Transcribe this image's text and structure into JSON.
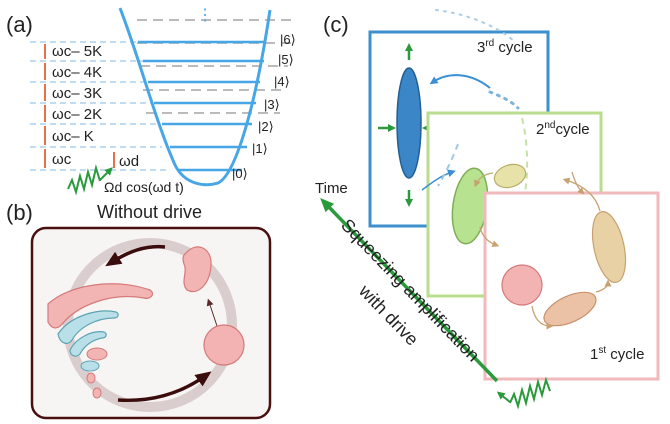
{
  "panel_a": {
    "label": "(a)",
    "levels": [
      "|0⟩",
      "|1⟩",
      "|2⟩",
      "|3⟩",
      "|4⟩",
      "|5⟩",
      "|6⟩"
    ],
    "spacings": [
      "ωc",
      "ωc– K",
      "ωc– 2K",
      "ωc– 3K",
      "ωc– 4K",
      "ωc– 5K"
    ],
    "drive_freq": "ωd",
    "drive_term": "Ωd cos(ωd t)",
    "dots": "⋮"
  },
  "panel_b": {
    "label": "(b)",
    "title": "Without drive"
  },
  "panel_c": {
    "label": "(c)",
    "cycle3": {
      "num": "3",
      "sup": "rd",
      "word": " cycle"
    },
    "cycle2": {
      "num": "2",
      "sup": "nd",
      "word": "cycle"
    },
    "cycle1": {
      "num": "1",
      "sup": "st",
      "word": " cycle"
    },
    "time_label": "Time",
    "arrow_label_1": "Squeezing amplification",
    "arrow_label_2": "with drive"
  },
  "colors": {
    "blue": "#3b8fd4",
    "blue_dash": "#8cc0e8",
    "green": "#2a9a3c",
    "pink": "#e58a8a",
    "dark_red": "#4a1010",
    "frame_blue": "#3e8fcd",
    "frame_green": "#b9dc8e",
    "frame_pink": "#f0b9bb"
  }
}
